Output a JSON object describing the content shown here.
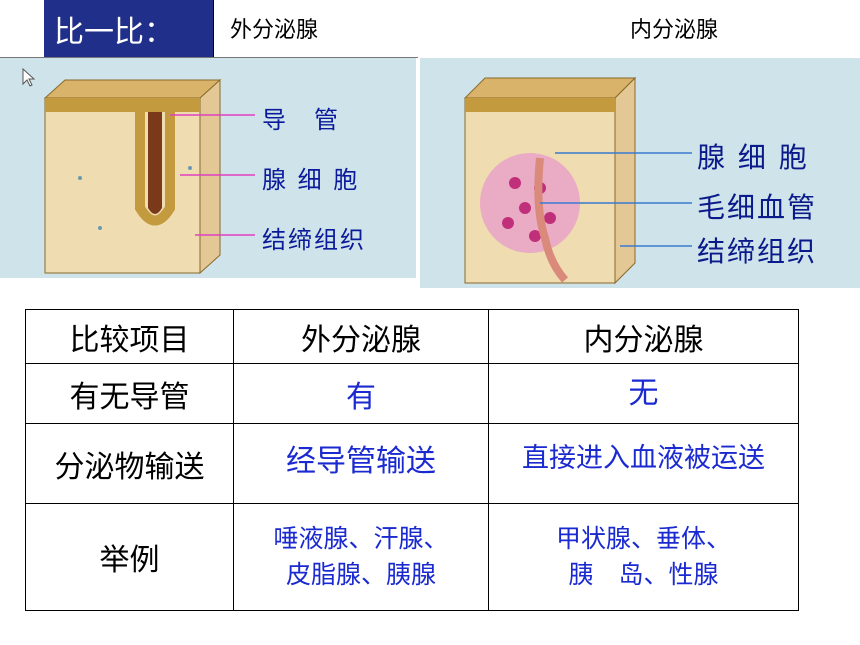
{
  "title": "比一比：",
  "headers": {
    "exocrine": "外分泌腺",
    "endocrine": "内分泌腺"
  },
  "left_figure": {
    "labels": [
      "导　管",
      "腺 细 胞",
      "结缔组织"
    ]
  },
  "right_figure": {
    "labels": [
      "腺 细 胞",
      "毛细血管",
      "结缔组织"
    ]
  },
  "table": {
    "columns": [
      "比较项目",
      "外分泌腺",
      "内分泌腺"
    ],
    "rows": [
      {
        "item": "有无导管",
        "exocrine": "有",
        "endocrine": "无"
      },
      {
        "item": "分泌物输送",
        "exocrine": "经导管输送",
        "endocrine": "直接进入血液被运送"
      },
      {
        "item": "举例",
        "exocrine": [
          "唾液腺、汗腺、",
          "皮脂腺、胰腺"
        ],
        "endocrine": [
          "甲状腺、垂体、",
          "胰　岛、性腺"
        ]
      }
    ]
  },
  "colors": {
    "title_bg": "#1f2f8a",
    "answer_text": "#1a2ad0",
    "label_text": "#0a1a9a",
    "panel_bg": "#cfe3ea"
  }
}
